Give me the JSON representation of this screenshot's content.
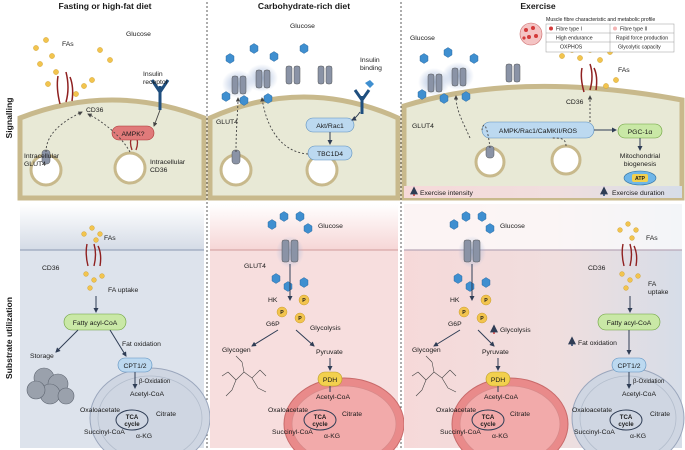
{
  "headers": {
    "col1": "Fasting or high-fat diet",
    "col2": "Carbohydrate-rich diet",
    "col3": "Exercise"
  },
  "row_labels": {
    "signalling": "Signalling",
    "substrate": "Substrate utilization"
  },
  "signalling": {
    "p1": {
      "fas": "FAs",
      "glucose": "Glucose",
      "insulin_receptor_line1": "Insulin",
      "insulin_receptor_line2": "receptor",
      "cd36": "CD36",
      "ampk": "AMPK?",
      "intracellular_glut4_line1": "Intracellular",
      "intracellular_glut4_line2": "GLUT4",
      "intracellular_cd36_line1": "Intracellular",
      "intracellular_cd36_line2": "CD36"
    },
    "p2": {
      "glucose": "Glucose",
      "insulin_binding_line1": "Insulin",
      "insulin_binding_line2": "binding",
      "glut4": "GLUT4",
      "akt": "Akt/Rac1",
      "tbc1d4": "TBC1D4"
    },
    "p3": {
      "glucose": "Glucose",
      "fas": "FAs",
      "cd36": "CD36",
      "glut4": "GLUT4",
      "ampk": "AMPK/Rac1/CaMKII/ROS",
      "pgc": "PGC-1α",
      "mito_line1": "Mitochondrial",
      "mito_line2": "biogenesis",
      "atp": "ATP",
      "exercise_intensity": "Exercise intensity",
      "exercise_duration": "Exercise duration",
      "profile_title": "Muscle fibre characteristic and metabolic profile",
      "type1": "Fibre type I",
      "type2": "Fibre type II",
      "type1_a": "High endurance",
      "type1_b": "OXPHOS",
      "type2_a": "Rapid force production",
      "type2_b": "Glycolytic capacity"
    }
  },
  "substrate": {
    "p1": {
      "fas": "FAs",
      "cd36": "CD36",
      "fa_uptake": "FA uptake",
      "fatty_acyl": "Fatty acyl-CoA",
      "storage": "Storage",
      "fat_oxidation": "Fat oxidation",
      "cpt": "CPT1/2",
      "beta_ox": "β-Oxidation",
      "acetyl": "Acetyl-CoA",
      "oxaloacetate": "Oxaloacetate",
      "citrate": "Citrate",
      "tca1": "TCA",
      "tca2": "cycle",
      "succinyl": "Succinyl-CoA",
      "akg": "α-KG"
    },
    "p2": {
      "glucose": "Glucose",
      "glut4": "GLUT4",
      "hk": "HK",
      "g6p": "G6P",
      "p": "P",
      "glycolysis": "Glycolysis",
      "glycogen": "Glycogen",
      "pyruvate": "Pyruvate",
      "pdh": "PDH",
      "acetyl": "Acetyl-CoA",
      "oxaloacetate": "Oxaloacetate",
      "citrate": "Citrate",
      "tca1": "TCA",
      "tca2": "cycle",
      "succinyl": "Succinyl-CoA",
      "akg": "α-KG"
    },
    "p3": {
      "glucose": "Glucose",
      "fas": "FAs",
      "hk": "HK",
      "g6p": "G6P",
      "p": "P",
      "glycolysis": "Glycolysis",
      "glycogen": "Glycogen",
      "pyruvate": "Pyruvate",
      "pdh": "PDH",
      "acetyl": "Acetyl-CoA",
      "oxaloacetate": "Oxaloacetate",
      "citrate": "Citrate",
      "tca1": "TCA",
      "tca2": "cycle",
      "succinyl": "Succinyl-CoA",
      "akg": "α-KG",
      "cd36": "CD36",
      "fa_uptake_line1": "FA",
      "fa_uptake_line2": "uptake",
      "fatty_acyl": "Fatty acyl-CoA",
      "fat_oxidation": "Fat oxidation",
      "cpt": "CPT1/2",
      "beta_ox": "β-Oxidation",
      "acetyl2": "Acetyl-CoA",
      "oxaloacetate2": "Oxaloacetate",
      "citrate2": "Citrate",
      "succinyl2": "Succinyl-CoA",
      "akg2": "α-KG"
    }
  },
  "colors": {
    "fat_bg": "#dde3ec",
    "carb_bg": "#f7dede",
    "signal_bg": "#e9ead8",
    "membrane": "#c9b98f",
    "glucose": "#3f8fd0",
    "fa": "#f2c44e",
    "green_box": "#c9e8a6",
    "blue_box": "#bcd9f0",
    "ampk_red": "#e07a7a",
    "mito": "#e98a8a",
    "red_arrow": "#d24040",
    "navy_arrow": "#2b4a7a"
  }
}
